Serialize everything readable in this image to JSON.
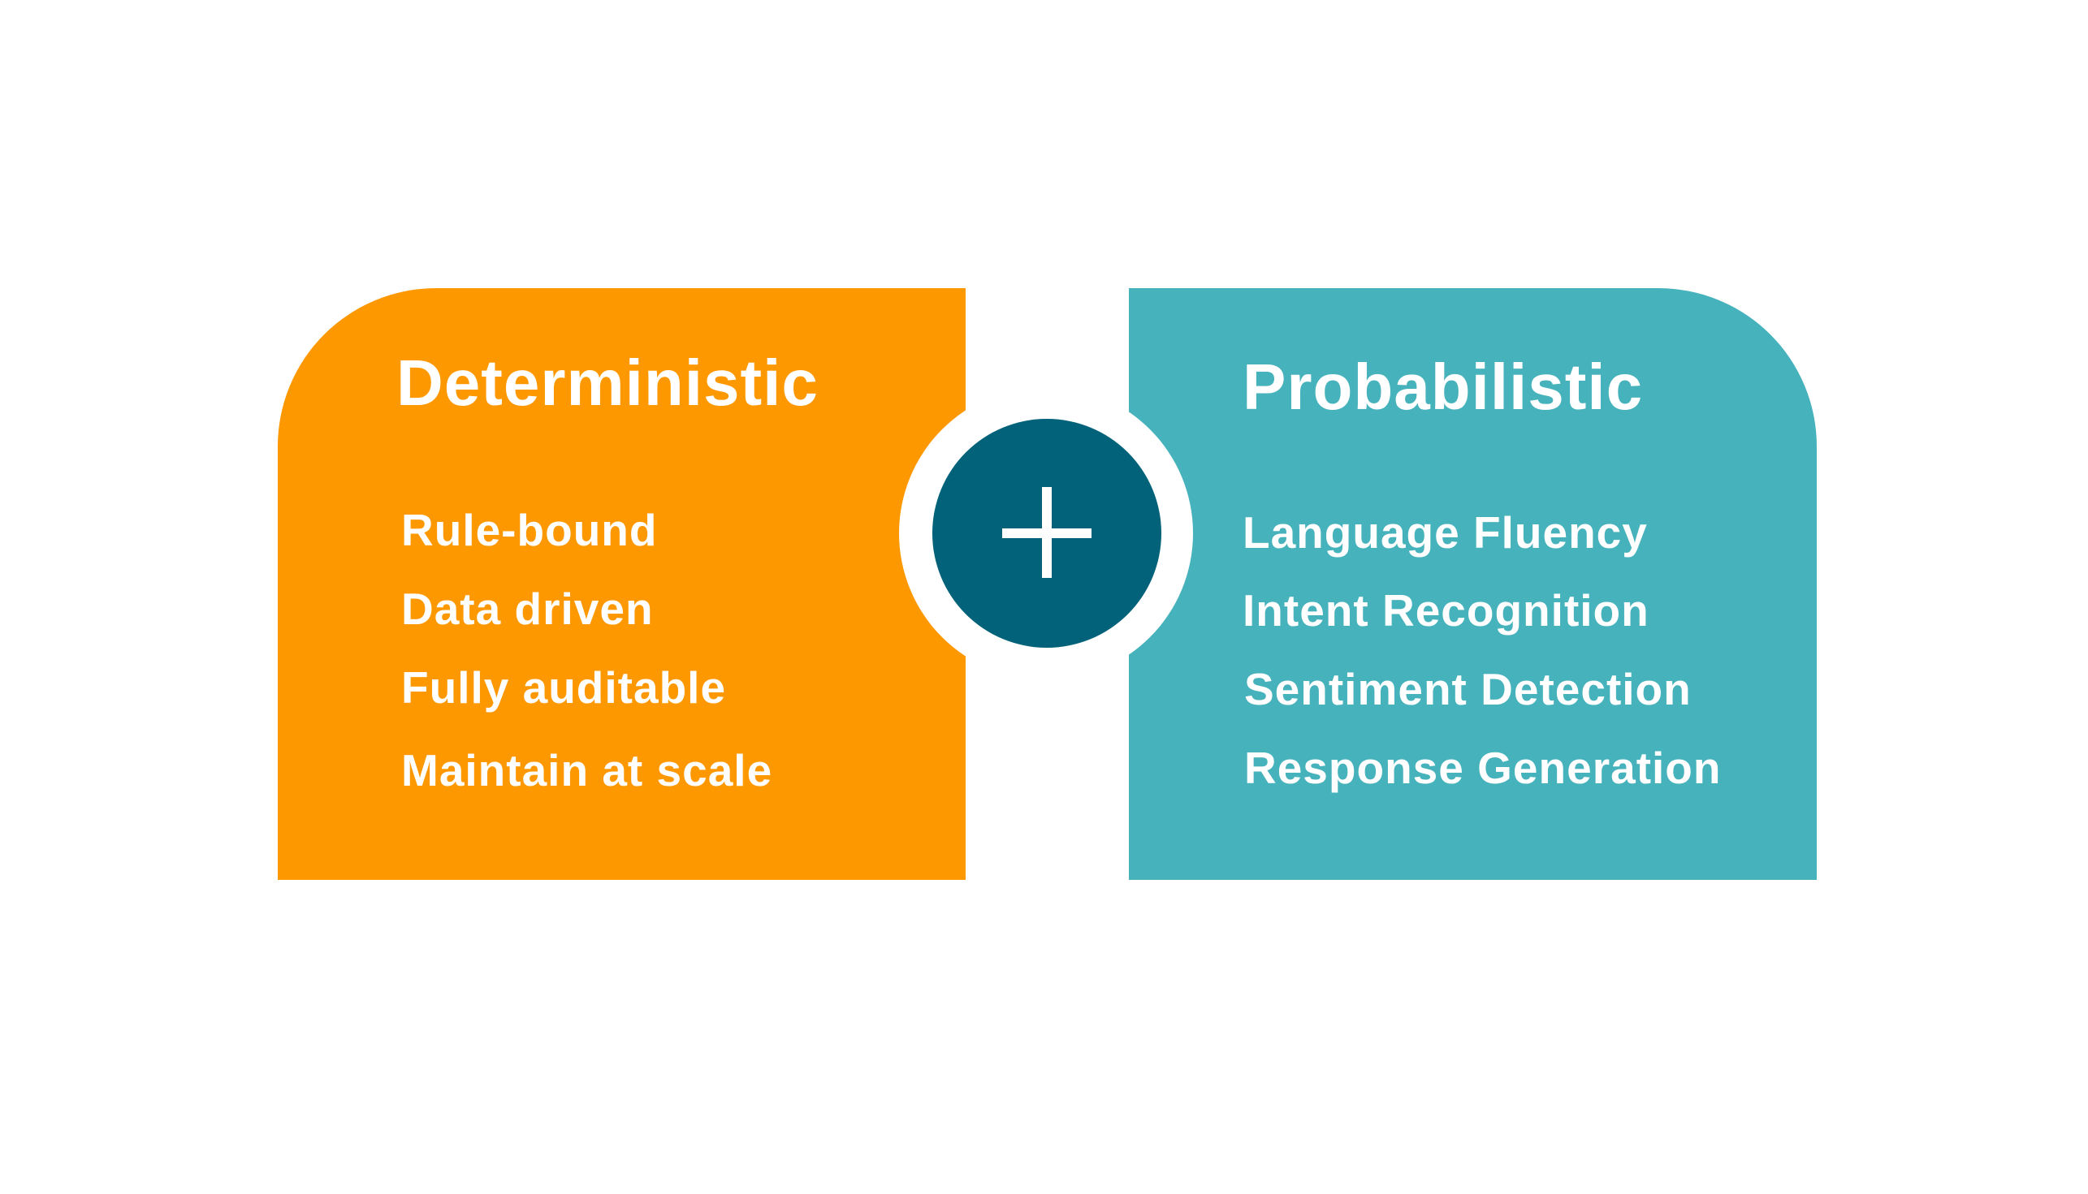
{
  "colors": {
    "deterministic": "#FD9800",
    "probabilistic": "#46B2BC",
    "plus_circle": "#02627A"
  },
  "left": {
    "title": "Deterministic",
    "items": [
      "Rule-bound",
      "Data driven",
      "Fully auditable",
      "Maintain at scale"
    ]
  },
  "right": {
    "title": "Probabilistic",
    "items": [
      "Language Fluency",
      "Intent Recognition",
      "Sentiment Detection",
      "Response Generation"
    ]
  },
  "connector_icon": "plus-icon"
}
